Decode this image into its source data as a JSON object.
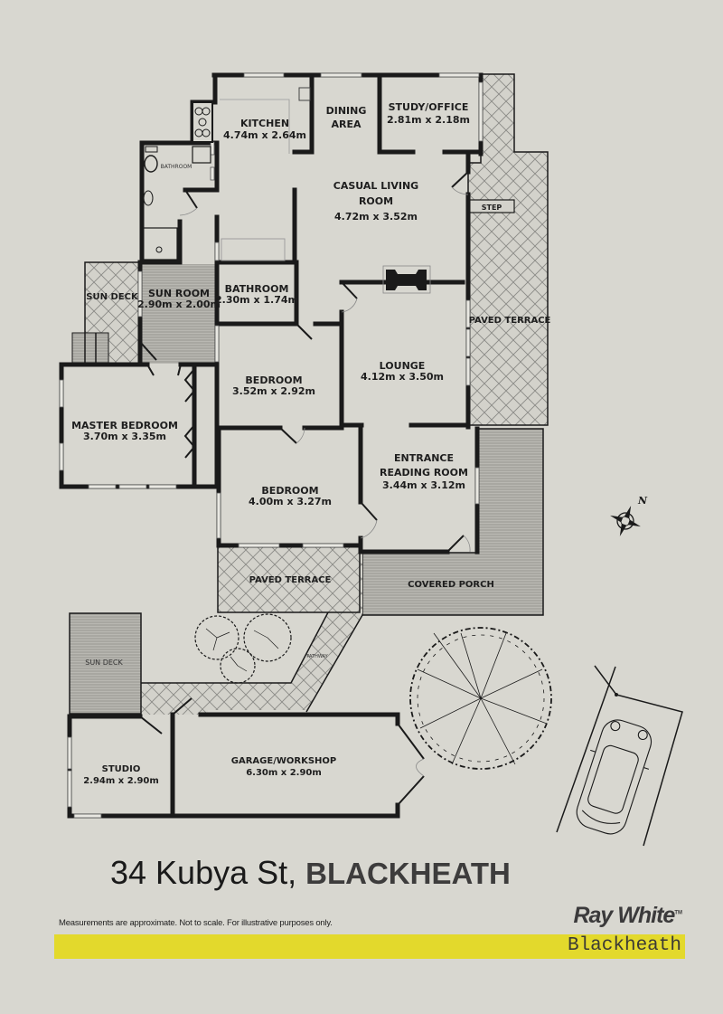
{
  "plan": {
    "rooms": [
      {
        "key": "kitchen",
        "name": "KITCHEN",
        "dims": "4.74m x 2.64m"
      },
      {
        "key": "dining",
        "name": "DINING",
        "name2": "AREA"
      },
      {
        "key": "study",
        "name": "STUDY/OFFICE",
        "dims": "2.81m x 2.18m"
      },
      {
        "key": "casual_living",
        "name": "CASUAL LIVING",
        "name2": "ROOM",
        "dims": "4.72m x 3.52m"
      },
      {
        "key": "ensuite",
        "name": "BATHROOM"
      },
      {
        "key": "sun_deck_top",
        "name": "SUN DECK"
      },
      {
        "key": "sun_room",
        "name": "SUN ROOM",
        "dims": "2.90m x 2.00m"
      },
      {
        "key": "bathroom",
        "name": "BATHROOM",
        "dims": "2.30m x 1.74m"
      },
      {
        "key": "lounge",
        "name": "LOUNGE",
        "dims": "4.12m x 3.50m"
      },
      {
        "key": "paved_terrace_east",
        "name": "PAVED TERRACE"
      },
      {
        "key": "step",
        "name": "STEP"
      },
      {
        "key": "bedroom_2",
        "name": "BEDROOM",
        "dims": "3.52m x 2.92m"
      },
      {
        "key": "master_bedroom",
        "name": "MASTER BEDROOM",
        "dims": "3.70m x 3.35m"
      },
      {
        "key": "entrance",
        "name": "ENTRANCE",
        "name2": "READING ROOM",
        "dims": "3.44m x 3.12m"
      },
      {
        "key": "bedroom_3",
        "name": "BEDROOM",
        "dims": "4.00m x 3.27m"
      },
      {
        "key": "paved_terrace_south",
        "name": "PAVED TERRACE"
      },
      {
        "key": "covered_porch",
        "name": "COVERED PORCH"
      },
      {
        "key": "sun_deck_studio",
        "name": "SUN DECK"
      },
      {
        "key": "pathway",
        "name": "PATHWAY"
      },
      {
        "key": "studio",
        "name": "STUDIO",
        "dims": "2.94m x 2.90m"
      },
      {
        "key": "garage",
        "name": "GARAGE/WORKSHOP",
        "dims": "6.30m x 2.90m"
      }
    ],
    "compass_label": "N"
  },
  "footer": {
    "street": "34 Kubya St,",
    "suburb": "BLACKHEATH",
    "disclaimer": "Measurements are approximate. Not to scale. For illustrative purposes only.",
    "brand": "Ray White",
    "brand_mark": "TM",
    "office": "Blackheath",
    "brand_bar_color": "#e3d92c"
  }
}
